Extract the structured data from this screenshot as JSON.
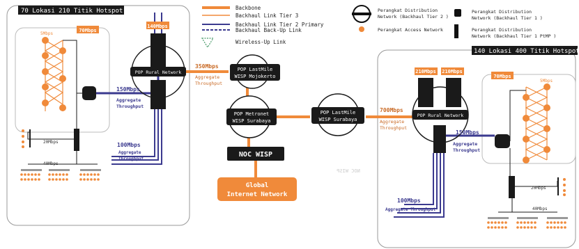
{
  "regions": {
    "left_title": "70 Lokasi 210 Titik Hotspot",
    "right_title": "140 Lokasi 400 Titik Hotspot"
  },
  "legend": {
    "backbone": "Backbone",
    "tier3": "Backhaul Link Tier 3",
    "tier2_primary": "Backhaul Link Tier 2 Primary",
    "backup": "Backhaul Back-Up Link",
    "wireless": "Wireless-Up Link",
    "dist_tier2_l1": "Perangkat Distribution",
    "dist_tier2_l2": "Network (Backhaul Tier 2 )",
    "access": "Perangkat Access Network",
    "dist_tier1_l1": "Perangkat Distribution",
    "dist_tier1_l2": "Network (Backhaul Tier 1 )",
    "dist_ptmp_l1": "Perangkat Distribution",
    "dist_ptmp_l2": "Network (Backhaul Tier 1 PtMP )"
  },
  "nodes": {
    "pop_rural_left": "POP Rural Network",
    "pop_lastmile_mojokerto_l1": "POP LastMile",
    "pop_lastmile_mojokerto_l2": "WISP Mojokerto",
    "pop_metronet_l1": "POP Metronet",
    "pop_metronet_l2": "WISP Surabaya",
    "pop_lastmile_surabaya_l1": "POP LastMile",
    "pop_lastmile_surabaya_l2": "WISP Surabaya",
    "noc": "NOC WISP",
    "internet_l1": "Global",
    "internet_l2": "Internet Network",
    "pop_rural_right": "POP Rural Network",
    "watermark": "NOC WISP"
  },
  "labels": {
    "l_140": "140Mbps",
    "l_70": "70Mbps",
    "l_5": "5Mbps",
    "l_150": "150Mbps",
    "l_agg": "Aggregate",
    "l_thr": "Throughput",
    "l_20": "20Mbps",
    "l_40": "40Mbps",
    "l_100": "100Mbps",
    "l_350": "350Mbps",
    "l_700": "700Mbps",
    "r_210a": "210Mbps",
    "r_210b": "210Mbps",
    "r_70": "70Mbps",
    "r_5": "5Mbps",
    "r_150": "150Mbps",
    "r_20": "20Mbps",
    "r_40": "40Mbps",
    "r_100": "100Mbps",
    "r_agg_thr": "Aggregate Throughput"
  },
  "colors": {
    "backbone": "#f08a3a",
    "tier3": "#f08a3a",
    "tier2": "#3b3a8f",
    "device": "#1a1a1a",
    "access": "#f08a3a",
    "internet_fill": "#f08a3a"
  }
}
